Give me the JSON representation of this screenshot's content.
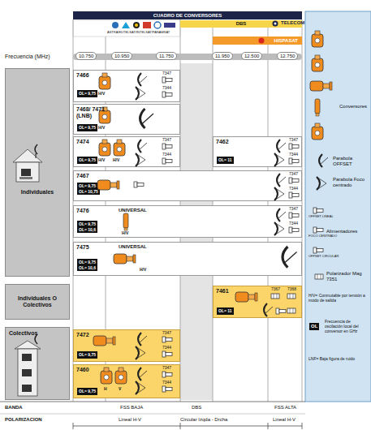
{
  "diagram": {
    "title": "CUADRO DE CONVERSORES",
    "nodes": [
      {
        "text": [
          "DBS"
        ]
      },
      {
        "text": [
          "HISPASAT"
        ]
      },
      {
        "text": [
          "10.750"
        ]
      },
      {
        "text": [
          "10.950"
        ]
      },
      {
        "text": [
          "11.750"
        ]
      },
      {
        "text": [
          "11.950"
        ]
      },
      {
        "text": [
          "12.500"
        ]
      },
      {
        "text": [
          "12.750"
        ]
      },
      {
        "text": [
          "Individuales"
        ]
      },
      {
        "text": [
          "Individuales O Colectivos"
        ]
      },
      {
        "text": [
          "Colectivos"
        ]
      },
      {
        "text": [
          "7466"
        ]
      },
      {
        "text": [
          "OL= 9,75"
        ],
        "in": 11
      },
      {
        "text": [
          "7468/ 7471 (LNB)"
        ]
      },
      {
        "text": [
          "OL= 9,75"
        ],
        "in": 13
      },
      {
        "text": [
          "7474"
        ]
      },
      {
        "text": [
          "OL= 9,75"
        ],
        "in": 15
      },
      {
        "text": [
          "7462"
        ]
      },
      {
        "text": [
          "OL= 11"
        ],
        "in": 17
      },
      {
        "text": [
          "7467"
        ]
      },
      {
        "text": [
          "OL= 9,75",
          "OL= 10,75"
        ],
        "in": 19
      },
      {
        "text": [
          "7476"
        ]
      },
      {
        "text": [
          "OL= 9,75",
          "OL= 10,6"
        ],
        "in": 21
      },
      {
        "text": [
          "7475"
        ]
      },
      {
        "text": [
          "OL= 9,75",
          "OL= 10,6"
        ],
        "in": 23
      },
      {
        "text": [
          "7461"
        ]
      },
      {
        "text": [
          "OL= 11"
        ],
        "in": 25
      },
      {
        "text": [
          "7472"
        ]
      },
      {
        "text": [
          "OL= 9,75"
        ],
        "in": 27
      },
      {
        "text": [
          "7460"
        ]
      },
      {
        "text": [
          "OL= 9,75"
        ],
        "in": 29
      }
    ],
    "labels": [
      "TELECOM",
      "ASTRA/EUTELSAT/INTELSAT/PANAMSAT",
      "Frecuencia (MHz)",
      "H/V",
      "7347",
      "7344",
      "H/V",
      "H/V",
      "H/V",
      "7347",
      "7344",
      "7347",
      "7344",
      "7347",
      "7344",
      "UNIVERSAL",
      "H/V",
      "7347",
      "7344",
      "UNIVERSAL",
      "H/V",
      "7367",
      "7368",
      "7347",
      "7344",
      "H",
      "V",
      "7347",
      "7344",
      "BANDA",
      "FSS BAJA",
      "DBS",
      "FSS ALTA",
      "POLARIZACION",
      "Lineal H-V",
      "Circular Izqda - Drcha",
      "Lineal H-V",
      "OFFSET LINEAL",
      "FOCO CENTRADO",
      "OFFSET CIRCULAR",
      "H/V= Conmutable por tensión a modo de salida",
      "OL",
      "Frecuencia de oscilación local del conversor en GHz",
      "LNF= Baja figura de ruido"
    ],
    "legend": [
      {
        "text": "Conversores"
      },
      {
        "text": "Parabola OFFSET"
      },
      {
        "text": "Parabola Foco centrado"
      },
      {
        "text": "Alimentadores"
      },
      {
        "text": "Polarizador Mag 7351"
      }
    ]
  }
}
